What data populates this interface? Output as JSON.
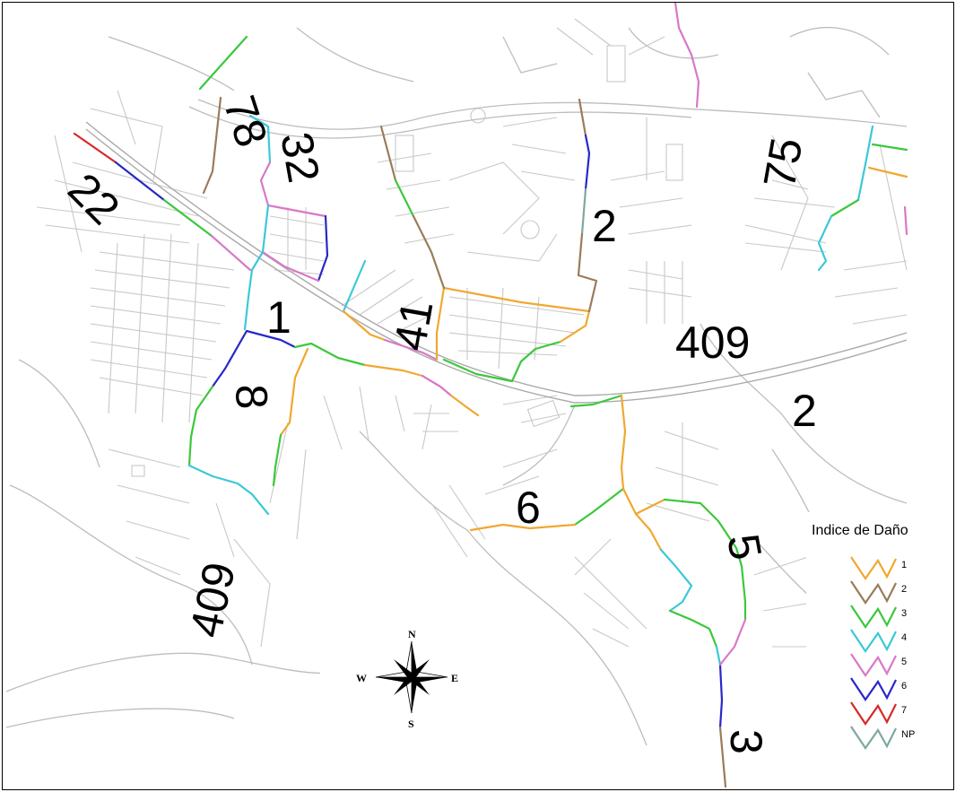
{
  "road_labels": {
    "r78": "78",
    "r32": "32",
    "r22": "22",
    "r75": "75",
    "r2_north": "2",
    "r1": "1",
    "r41": "41",
    "r409_east": "409",
    "r2_east": "2",
    "r8": "8",
    "r6": "6",
    "r5": "5",
    "r409_south": "409",
    "r3": "3"
  },
  "legend": {
    "title": "Indice de Daño",
    "items": [
      {
        "label": "1",
        "color": "#f0a830"
      },
      {
        "label": "2",
        "color": "#9b7b5a"
      },
      {
        "label": "3",
        "color": "#3cc83c"
      },
      {
        "label": "4",
        "color": "#3cc8d8"
      },
      {
        "label": "5",
        "color": "#d878c8"
      },
      {
        "label": "6",
        "color": "#2828c8"
      },
      {
        "label": "7",
        "color": "#d82828"
      },
      {
        "label": "NP",
        "color": "#7fa8a0"
      }
    ]
  },
  "compass": {
    "n": "N",
    "s": "S",
    "e": "E",
    "w": "W"
  }
}
